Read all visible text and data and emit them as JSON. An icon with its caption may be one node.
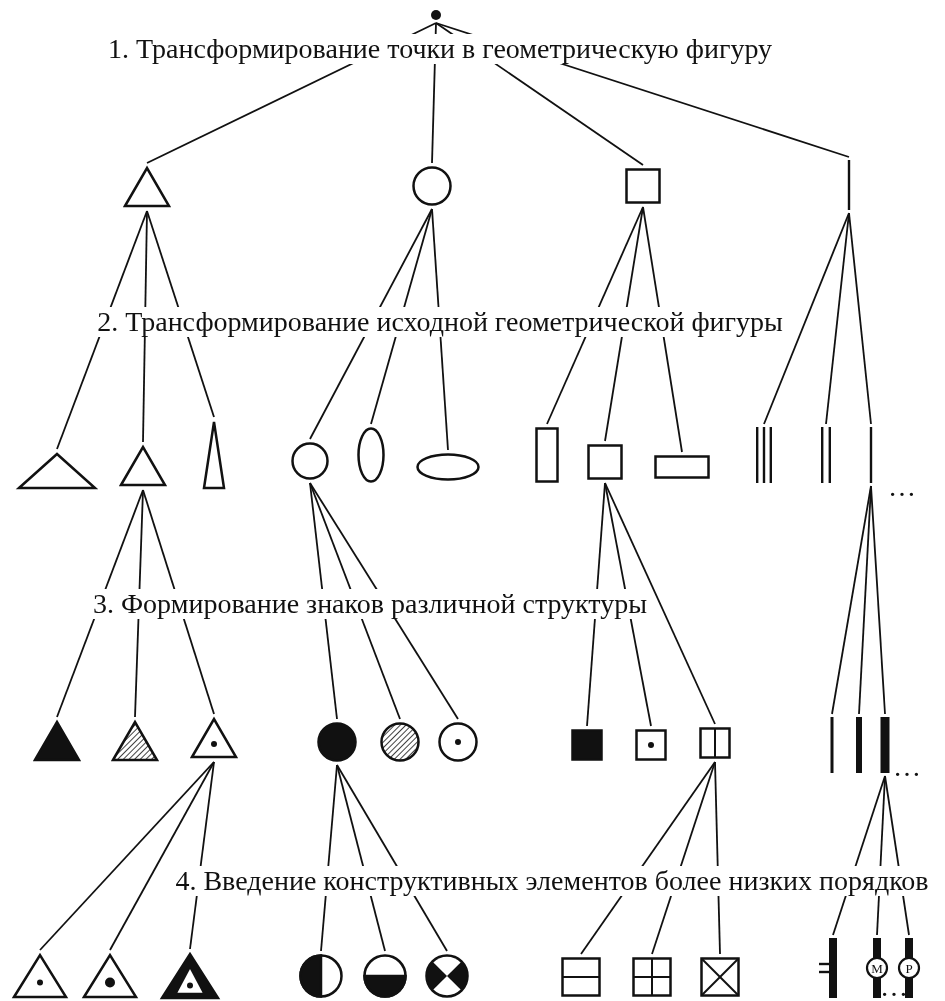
{
  "diagram": {
    "nodes": [
      {
        "text": [],
        "shape": "circle"
      },
      {
        "text": [],
        "shape": "triangle"
      },
      {
        "text": [],
        "shape": "circle"
      },
      {
        "text": [],
        "shape": "box"
      },
      {
        "text": [],
        "shape": "bar"
      },
      {
        "text": [],
        "shape": "triangle"
      },
      {
        "text": [],
        "shape": "triangle"
      },
      {
        "text": [],
        "shape": "triangle"
      },
      {
        "text": [],
        "shape": "circle"
      },
      {
        "text": [],
        "shape": "ellipse"
      },
      {
        "text": [],
        "shape": "ellipse"
      },
      {
        "text": [],
        "shape": "box"
      },
      {
        "text": [],
        "shape": "box"
      },
      {
        "text": [],
        "shape": "box"
      },
      {
        "text": [],
        "shape": "bar"
      },
      {
        "text": [],
        "shape": "bar"
      },
      {
        "text": [],
        "shape": "bar"
      },
      {
        "text": [],
        "shape": "triangle"
      },
      {
        "text": [],
        "shape": "triangle"
      },
      {
        "text": [],
        "shape": "triangle"
      },
      {
        "text": [],
        "shape": "circle"
      },
      {
        "text": [],
        "shape": "circle"
      },
      {
        "text": [],
        "shape": "circle"
      },
      {
        "text": [],
        "shape": "box"
      },
      {
        "text": [],
        "shape": "box"
      },
      {
        "text": [],
        "shape": "box"
      },
      {
        "text": [],
        "shape": "bar"
      },
      {
        "text": [],
        "shape": "bar"
      },
      {
        "text": [],
        "shape": "bar"
      },
      {
        "text": [],
        "shape": "triangle"
      },
      {
        "text": [],
        "shape": "triangle"
      },
      {
        "text": [],
        "shape": "triangle"
      },
      {
        "text": [],
        "shape": "circle"
      },
      {
        "text": [],
        "shape": "circle"
      },
      {
        "text": [],
        "shape": "circle"
      },
      {
        "text": [],
        "shape": "box"
      },
      {
        "text": [],
        "shape": "box"
      },
      {
        "text": [],
        "shape": "box"
      },
      {
        "text": [],
        "shape": "bar"
      },
      {
        "text": [
          "М"
        ]
      },
      {
        "text": [
          "Р"
        ]
      }
    ],
    "edges": [
      {
        "from": 0,
        "to": 1,
        "arrow": "none"
      },
      {
        "from": 0,
        "to": 2,
        "arrow": "none"
      },
      {
        "from": 0,
        "to": 3,
        "arrow": "none"
      },
      {
        "from": 0,
        "to": 4,
        "arrow": "none"
      },
      {
        "from": 1,
        "to": 5,
        "arrow": "none"
      },
      {
        "from": 1,
        "to": 6,
        "arrow": "none"
      },
      {
        "from": 1,
        "to": 7,
        "arrow": "none"
      },
      {
        "from": 2,
        "to": 8,
        "arrow": "none"
      },
      {
        "from": 2,
        "to": 9,
        "arrow": "none"
      },
      {
        "from": 2,
        "to": 10,
        "arrow": "none"
      },
      {
        "from": 3,
        "to": 11,
        "arrow": "none"
      },
      {
        "from": 3,
        "to": 12,
        "arrow": "none"
      },
      {
        "from": 3,
        "to": 13,
        "arrow": "none"
      },
      {
        "from": 4,
        "to": 14,
        "arrow": "none"
      },
      {
        "from": 4,
        "to": 15,
        "arrow": "none"
      },
      {
        "from": 4,
        "to": 16,
        "arrow": "none"
      },
      {
        "from": 6,
        "to": 17,
        "arrow": "none"
      },
      {
        "from": 6,
        "to": 18,
        "arrow": "none"
      },
      {
        "from": 6,
        "to": 19,
        "arrow": "none"
      },
      {
        "from": 8,
        "to": 20,
        "arrow": "none"
      },
      {
        "from": 8,
        "to": 21,
        "arrow": "none"
      },
      {
        "from": 8,
        "to": 22,
        "arrow": "none"
      },
      {
        "from": 12,
        "to": 23,
        "arrow": "none"
      },
      {
        "from": 12,
        "to": 24,
        "arrow": "none"
      },
      {
        "from": 12,
        "to": 25,
        "arrow": "none"
      },
      {
        "from": 16,
        "to": 26,
        "arrow": "none"
      },
      {
        "from": 16,
        "to": 27,
        "arrow": "none"
      },
      {
        "from": 16,
        "to": 28,
        "arrow": "none"
      },
      {
        "from": 19,
        "to": 29,
        "arrow": "none"
      },
      {
        "from": 19,
        "to": 30,
        "arrow": "none"
      },
      {
        "from": 19,
        "to": 31,
        "arrow": "none"
      },
      {
        "from": 20,
        "to": 32,
        "arrow": "none"
      },
      {
        "from": 20,
        "to": 33,
        "arrow": "none"
      },
      {
        "from": 20,
        "to": 34,
        "arrow": "none"
      },
      {
        "from": 25,
        "to": 35,
        "arrow": "none"
      },
      {
        "from": 25,
        "to": 36,
        "arrow": "none"
      },
      {
        "from": 25,
        "to": 37,
        "arrow": "none"
      },
      {
        "from": 28,
        "to": 38,
        "arrow": "none"
      },
      {
        "from": 28,
        "to": 39,
        "arrow": "none"
      },
      {
        "from": 28,
        "to": 40,
        "arrow": "none"
      }
    ],
    "labels": [
      "1. Трансформирование точки в геометрическую фигуру",
      "2. Трансформирование исходной геометрической фигуры",
      "…",
      "3. Формирование знаков различной структуры",
      "…",
      "4. Введение конструктивных элементов более низких порядков",
      "…"
    ]
  }
}
